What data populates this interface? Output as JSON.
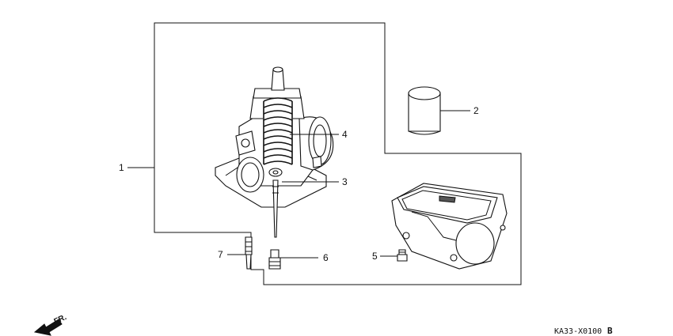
{
  "callouts": {
    "c1": "1",
    "c2": "2",
    "c3": "3",
    "c4": "4",
    "c5": "5",
    "c6": "6",
    "c7": "7"
  },
  "direction_label": "FR.",
  "reference_code": "KA33-X0100",
  "reference_suffix": "B"
}
